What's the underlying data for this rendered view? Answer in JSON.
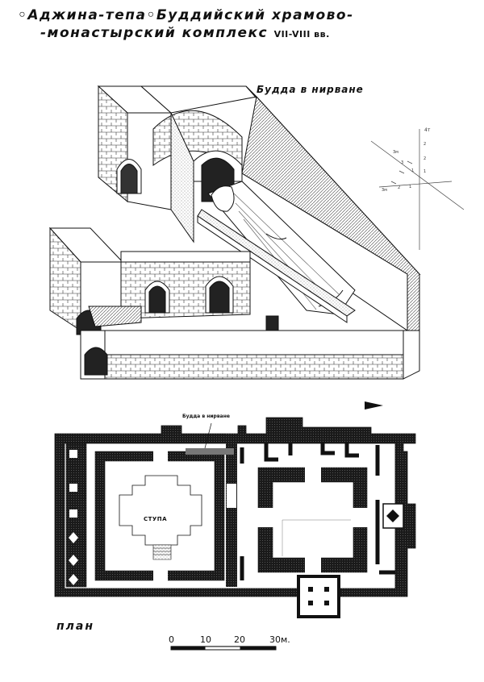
{
  "title": {
    "line1": "◦Аджина-тепа◦Буддийский храмово-",
    "line2": "-монастырский комплекс ",
    "period": "VII-VIII вв."
  },
  "labels": {
    "buddha_caption": "Будда в нирване",
    "plan_buddha": "Будда в нирване",
    "stupa": "СТУПА",
    "plan": "план"
  },
  "scale_bar": {
    "ticks": [
      "0",
      "10",
      "20",
      "30м."
    ]
  },
  "axes_glyph": {
    "z_label": "4т",
    "marks": [
      "3м",
      "2",
      "3",
      "2",
      "1",
      "1",
      "3м",
      "2",
      "1"
    ]
  }
}
